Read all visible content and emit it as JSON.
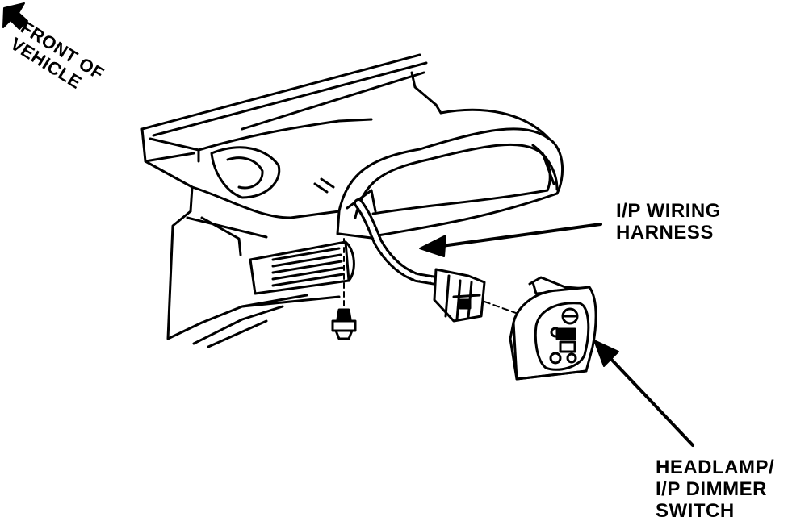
{
  "front_of_vehicle": {
    "line1": "FRONT OF",
    "line2": "VEHICLE"
  },
  "harness": {
    "line1": "I/P WIRING",
    "line2": "HARNESS"
  },
  "switch": {
    "line1": "HEADLAMP/",
    "line2": "I/P DIMMER",
    "line3": "SWITCH"
  },
  "colors": {
    "ink": "#000000",
    "paper": "#ffffff"
  }
}
